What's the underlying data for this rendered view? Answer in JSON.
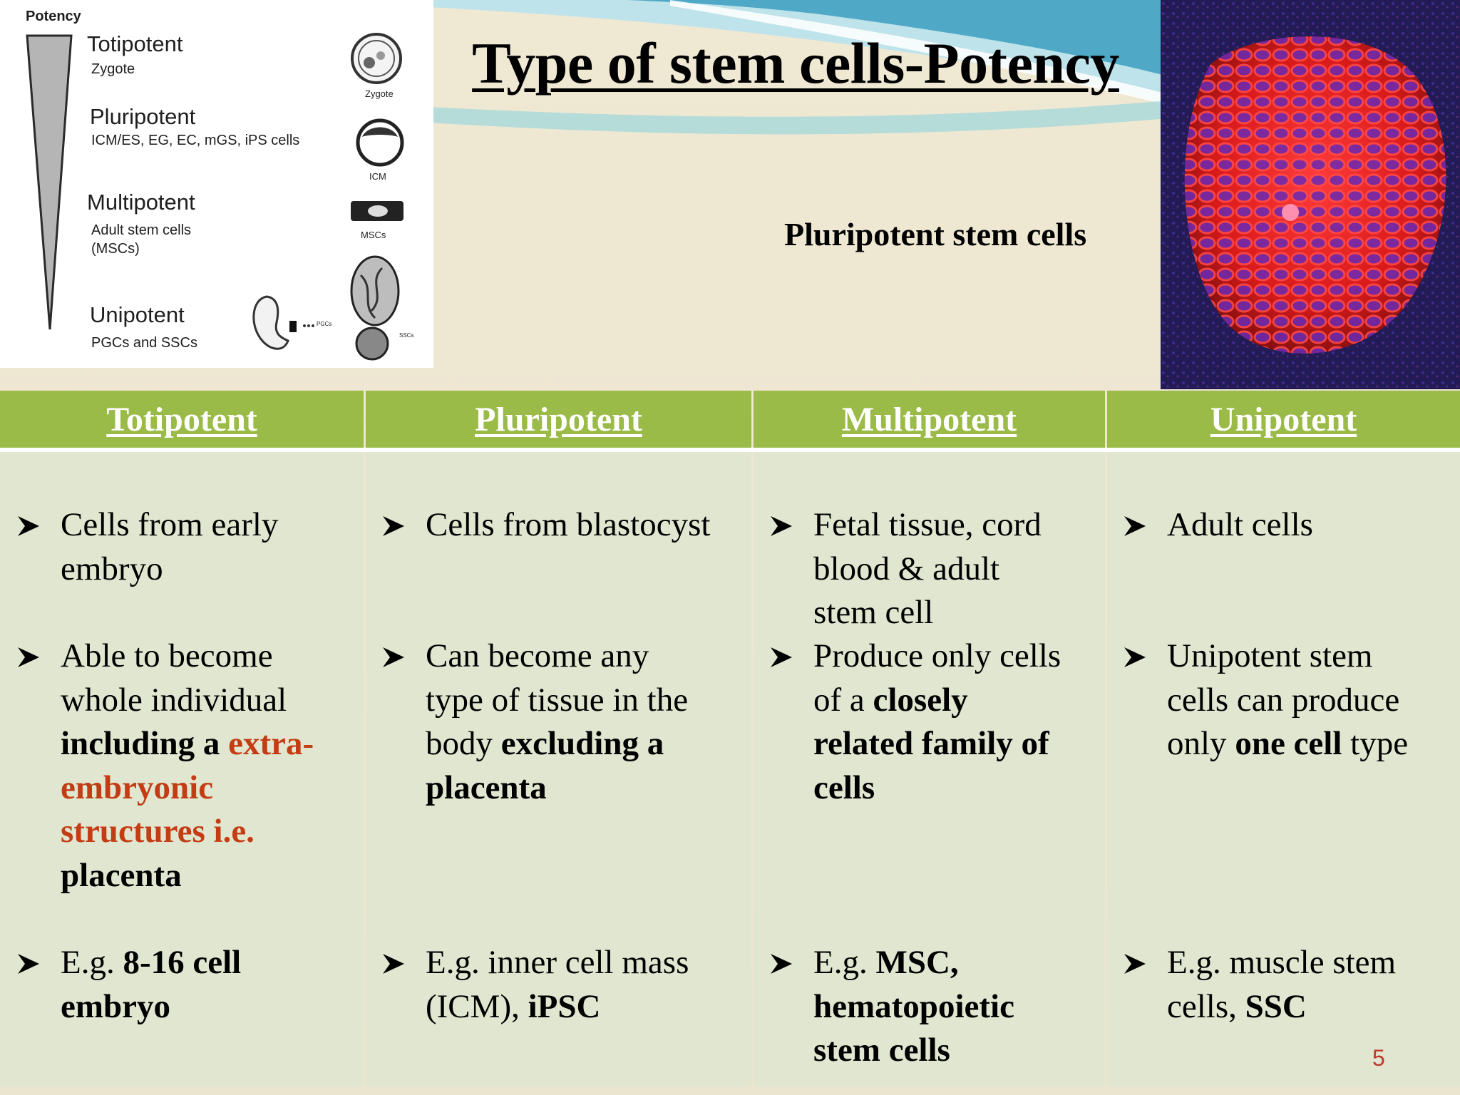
{
  "slide": {
    "title": "Type of stem cells-Potency",
    "caption": "Pluripotent stem cells",
    "page_number": "5"
  },
  "potency_figure": {
    "heading": "Potency",
    "levels": [
      {
        "name": "Totipotent",
        "subtitle": "Zygote"
      },
      {
        "name": "Pluripotent",
        "subtitle": "ICM/ES, EG, EC, mGS, iPS cells"
      },
      {
        "name": "Multipotent",
        "subtitle": "Adult stem cells",
        "subtitle2": "(MSCs)"
      },
      {
        "name": "Unipotent",
        "subtitle": "PGCs and SSCs"
      }
    ],
    "icon_labels": {
      "zygote": "Zygote",
      "icm": "ICM",
      "mscs": "MSCs",
      "pgcs": "PGCs",
      "sscs": "SSCs"
    }
  },
  "table": {
    "columns": [
      {
        "header": "Totipotent",
        "rows": {
          "r1": [
            "Cells from early",
            "embryo"
          ],
          "r2": [
            "Able to become",
            "whole individual",
            "including a ",
            "extra-",
            "embryonic",
            "structures i.e.",
            "placenta"
          ],
          "r3": [
            "E.g. ",
            "8-16 cell",
            "embryo"
          ]
        }
      },
      {
        "header": "Pluripotent",
        "rows": {
          "r1": [
            "Cells from blastocyst"
          ],
          "r2": [
            "Can become any",
            "type of tissue in the",
            "body ",
            "excluding a",
            "placenta"
          ],
          "r3": [
            "E.g. inner cell mass",
            "(ICM), ",
            "iPSC"
          ]
        }
      },
      {
        "header": "Multipotent",
        "rows": {
          "r1": [
            "Fetal tissue, cord",
            "blood & adult",
            "stem cell"
          ],
          "r2": [
            "Produce only cells",
            "of a ",
            "closely",
            "related family of",
            "cells"
          ],
          "r3": [
            "E.g. ",
            "MSC,",
            "hematopoietic",
            "stem cells"
          ]
        }
      },
      {
        "header": "Unipotent",
        "rows": {
          "r1": [
            "Adult cells"
          ],
          "r2": [
            "Unipotent stem",
            "cells can produce",
            "only ",
            "one cell",
            " type"
          ],
          "r3": [
            "E.g. muscle stem",
            "cells, ",
            "SSC"
          ]
        }
      }
    ]
  },
  "colors": {
    "header_green": "#9bbb48",
    "cell_bg": "#e1e6d0",
    "highlight": "#c33c13",
    "page_number": "#c0392b"
  }
}
